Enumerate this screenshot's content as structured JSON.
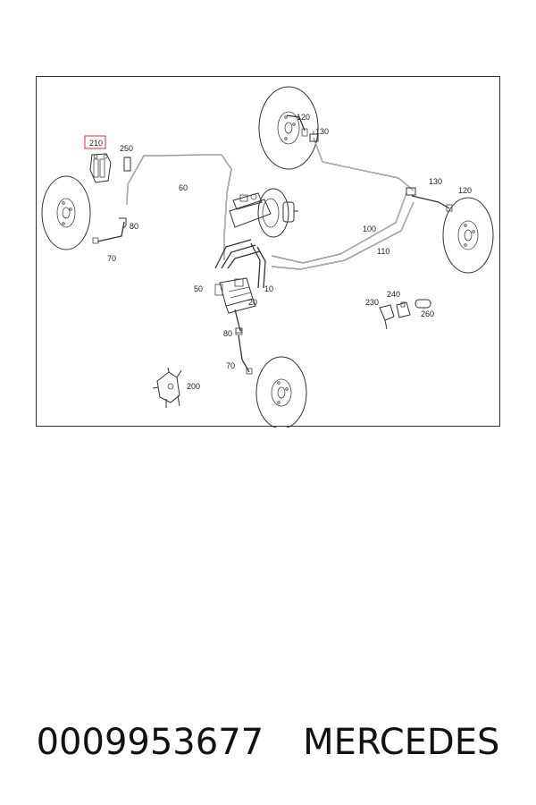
{
  "diagram": {
    "highlight_color": "#e03030",
    "labels": {
      "p10": "10",
      "p20": "20",
      "p50": "50",
      "p60": "60",
      "p70a": "70",
      "p70b": "70",
      "p80a": "80",
      "p80b": "80",
      "p100": "100",
      "p110": "110",
      "p120a": "120",
      "p120b": "120",
      "p130a": "130",
      "p130b": "130",
      "p200": "200",
      "p210": "210",
      "p230": "230",
      "p240": "240",
      "p250": "250",
      "p260": "260"
    }
  },
  "footer": {
    "part_number": "0009953677",
    "brand": "MERCEDES"
  }
}
